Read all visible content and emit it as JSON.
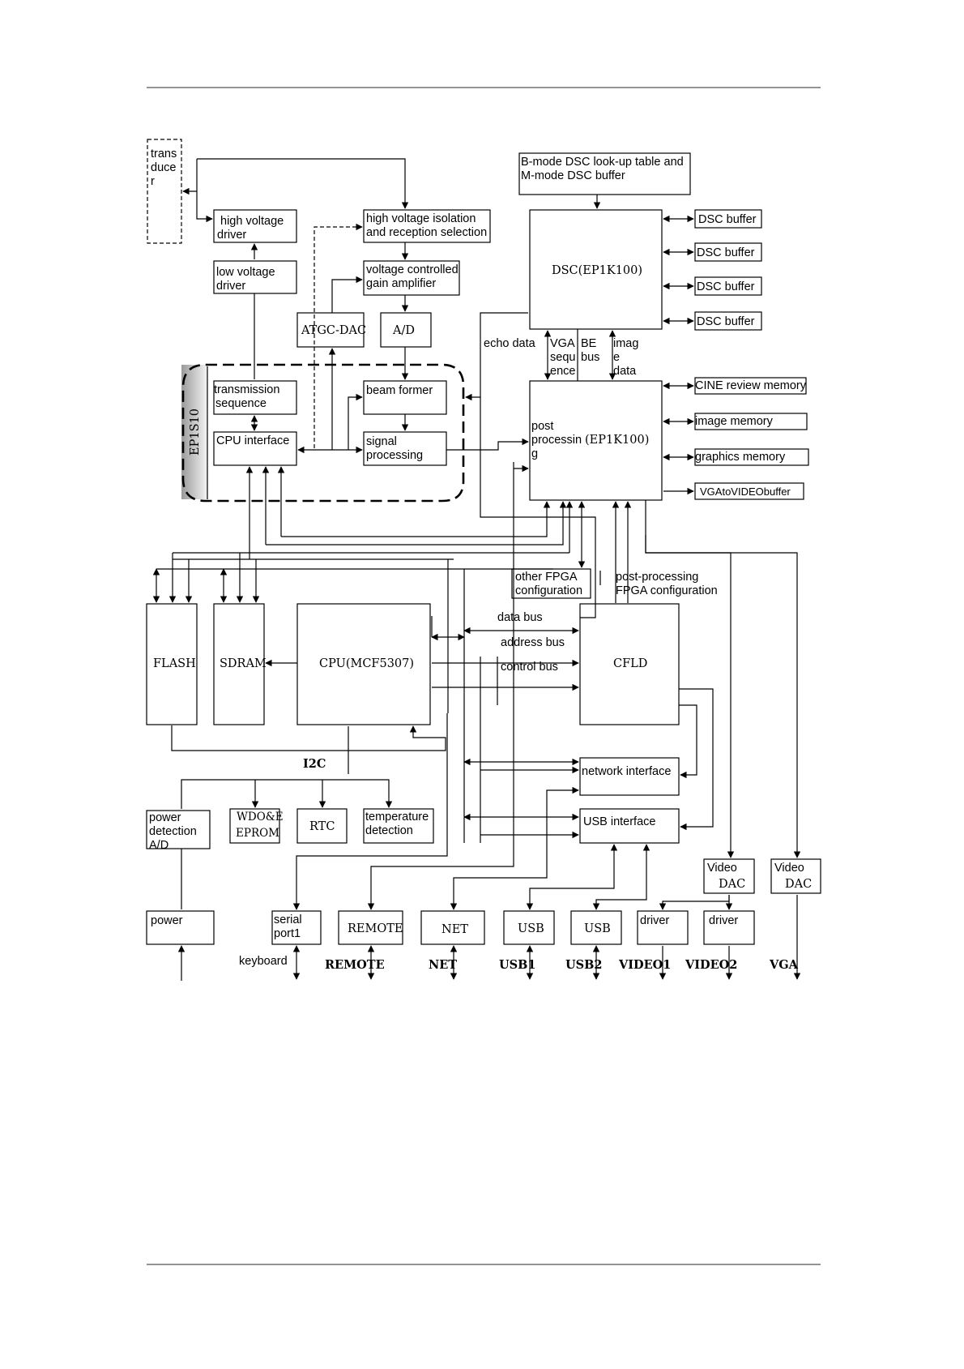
{
  "blocks": {
    "transducer": [
      "trans",
      "duce",
      "r"
    ],
    "hv_driver": [
      "high voltage",
      "driver"
    ],
    "lv_driver": [
      "low voltage",
      "driver"
    ],
    "hv_isolation": [
      "high voltage isolation",
      "and reception selection"
    ],
    "vca": [
      "voltage controlled",
      "gain amplifier"
    ],
    "atgc_dac": "ATGC-DAC",
    "ad": "A/D",
    "fpga_chip": "EP1S10",
    "transmission_sequence": [
      "transmission",
      "sequence"
    ],
    "cpu_interface": "CPU interface",
    "beam_former": "beam former",
    "signal_processing": [
      "signal",
      "processing"
    ],
    "bmode_lut": [
      "B-mode DSC look-up table and",
      "M-mode DSC buffer"
    ],
    "dsc": "DSC(EP1K100)",
    "dsc_buffers": [
      "DSC buffer",
      "DSC buffer",
      "DSC buffer",
      "DSC buffer"
    ],
    "echo_data": "echo data",
    "vga_sequence": [
      "VGA",
      "sequ",
      "ence"
    ],
    "be_bus": [
      "BE",
      "bus"
    ],
    "image_data": [
      "imag",
      "e",
      "data"
    ],
    "post_processing": [
      "post",
      "processin",
      "g"
    ],
    "post_chip": "(EP1K100)",
    "memories": [
      "CINE review memory",
      "image memory",
      "graphics memory",
      "VGAtoVIDEObuffer"
    ],
    "other_fpga": [
      "other FPGA",
      "configuration"
    ],
    "post_fpga": [
      "post-processing",
      "FPGA configuration"
    ],
    "flash": "FLASH",
    "sdram": "SDRAM",
    "cpu": "CPU(MCF5307)",
    "cfld": "CFLD",
    "data_bus": "data bus",
    "address_bus": "address bus",
    "control_bus": "control bus",
    "i2c": "I2C",
    "network_interface": "network interface",
    "usb_interface": "USB interface",
    "power_detection": [
      "power",
      "detection",
      "A/D"
    ],
    "wdo": [
      "WDO&E",
      "EPROM"
    ],
    "rtc": "RTC",
    "temperature": [
      "temperature",
      "detection"
    ],
    "video_dac_1": [
      "Video",
      "DAC"
    ],
    "video_dac_2": [
      "Video",
      "DAC"
    ],
    "power": "power",
    "serial_port": [
      "serial",
      "port1"
    ],
    "remote_block": "REMOTE",
    "net_block": "NET",
    "usb_block_1": "USB",
    "usb_block_2": "USB",
    "driver_1": "driver",
    "driver_2": "driver"
  },
  "outputs": {
    "keyboard": "keyboard",
    "remote": "REMOTE",
    "net": "NET",
    "usb1": "USB1",
    "usb2": "USB2",
    "video1": "VIDEO1",
    "video2": "VIDEO2",
    "vga": "VGA"
  }
}
